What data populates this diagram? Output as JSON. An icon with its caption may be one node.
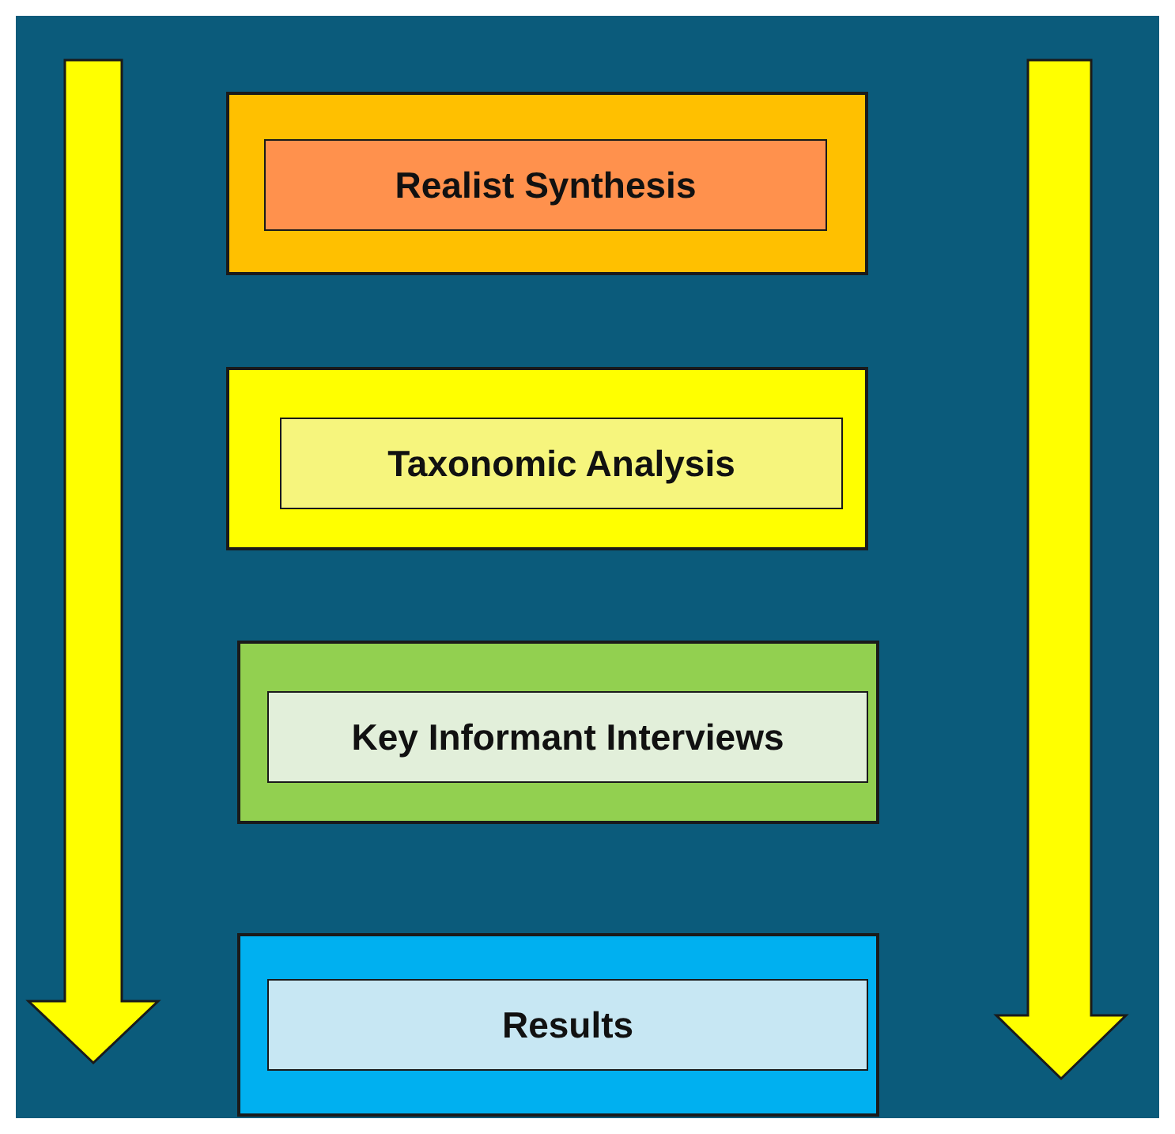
{
  "diagram": {
    "nodes": [
      {
        "text": [
          "Realist Synthesis"
        ]
      },
      {
        "text": [
          "Taxonomic Analysis"
        ]
      },
      {
        "text": [
          "Key Informant Interviews"
        ]
      },
      {
        "text": [
          "Results"
        ]
      }
    ]
  }
}
